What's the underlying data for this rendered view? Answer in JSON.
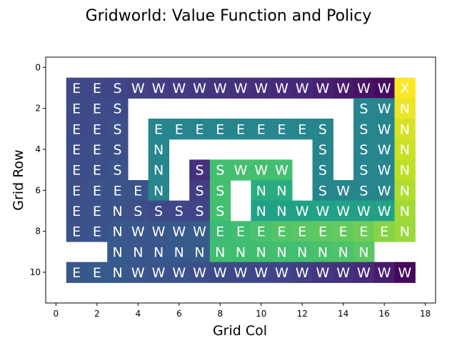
{
  "chart_data": {
    "type": "heatmap",
    "title": "Gridworld: Value Function and Policy",
    "xlabel": "Grid Col",
    "ylabel": "Grid Row",
    "xlim": [
      -0.5,
      18.5
    ],
    "ylim": [
      11.5,
      -0.5
    ],
    "xticks": [
      0,
      2,
      4,
      6,
      8,
      10,
      12,
      14,
      16,
      18
    ],
    "yticks": [
      0,
      2,
      4,
      6,
      8,
      10
    ],
    "colormap": "viridis",
    "value_range": [
      0,
      1
    ],
    "rows": [
      {
        "row": 1,
        "cells": [
          {
            "col": 1,
            "action": "E",
            "value": 0.22
          },
          {
            "col": 2,
            "action": "E",
            "value": 0.21
          },
          {
            "col": 3,
            "action": "S",
            "value": 0.2
          },
          {
            "col": 4,
            "action": "W",
            "value": 0.19
          },
          {
            "col": 5,
            "action": "W",
            "value": 0.18
          },
          {
            "col": 6,
            "action": "W",
            "value": 0.17
          },
          {
            "col": 7,
            "action": "W",
            "value": 0.16
          },
          {
            "col": 8,
            "action": "W",
            "value": 0.15
          },
          {
            "col": 9,
            "action": "W",
            "value": 0.14
          },
          {
            "col": 10,
            "action": "W",
            "value": 0.13
          },
          {
            "col": 11,
            "action": "W",
            "value": 0.12
          },
          {
            "col": 12,
            "action": "W",
            "value": 0.11
          },
          {
            "col": 13,
            "action": "W",
            "value": 0.09
          },
          {
            "col": 14,
            "action": "W",
            "value": 0.07
          },
          {
            "col": 15,
            "action": "W",
            "value": 0.05
          },
          {
            "col": 16,
            "action": "W",
            "value": 0.03
          },
          {
            "col": 17,
            "action": "X",
            "value": 1.0
          }
        ]
      },
      {
        "row": 2,
        "cells": [
          {
            "col": 1,
            "action": "E",
            "value": 0.23
          },
          {
            "col": 2,
            "action": "E",
            "value": 0.23
          },
          {
            "col": 3,
            "action": "S",
            "value": 0.23
          },
          {
            "col": 15,
            "action": "S",
            "value": 0.45
          },
          {
            "col": 16,
            "action": "W",
            "value": 0.45
          },
          {
            "col": 17,
            "action": "N",
            "value": 0.97
          }
        ]
      },
      {
        "row": 3,
        "cells": [
          {
            "col": 1,
            "action": "E",
            "value": 0.23
          },
          {
            "col": 2,
            "action": "E",
            "value": 0.23
          },
          {
            "col": 3,
            "action": "S",
            "value": 0.24
          },
          {
            "col": 5,
            "action": "E",
            "value": 0.45
          },
          {
            "col": 6,
            "action": "E",
            "value": 0.45
          },
          {
            "col": 7,
            "action": "E",
            "value": 0.45
          },
          {
            "col": 8,
            "action": "E",
            "value": 0.45
          },
          {
            "col": 9,
            "action": "E",
            "value": 0.45
          },
          {
            "col": 10,
            "action": "E",
            "value": 0.45
          },
          {
            "col": 11,
            "action": "E",
            "value": 0.45
          },
          {
            "col": 12,
            "action": "E",
            "value": 0.45
          },
          {
            "col": 13,
            "action": "S",
            "value": 0.45
          },
          {
            "col": 15,
            "action": "S",
            "value": 0.45
          },
          {
            "col": 16,
            "action": "W",
            "value": 0.45
          },
          {
            "col": 17,
            "action": "N",
            "value": 0.94
          }
        ]
      },
      {
        "row": 4,
        "cells": [
          {
            "col": 1,
            "action": "E",
            "value": 0.23
          },
          {
            "col": 2,
            "action": "E",
            "value": 0.24
          },
          {
            "col": 3,
            "action": "S",
            "value": 0.24
          },
          {
            "col": 5,
            "action": "N",
            "value": 0.45
          },
          {
            "col": 13,
            "action": "S",
            "value": 0.45
          },
          {
            "col": 15,
            "action": "S",
            "value": 0.45
          },
          {
            "col": 16,
            "action": "W",
            "value": 0.45
          },
          {
            "col": 17,
            "action": "N",
            "value": 0.92
          }
        ]
      },
      {
        "row": 5,
        "cells": [
          {
            "col": 1,
            "action": "E",
            "value": 0.24
          },
          {
            "col": 2,
            "action": "E",
            "value": 0.24
          },
          {
            "col": 3,
            "action": "S",
            "value": 0.25
          },
          {
            "col": 5,
            "action": "N",
            "value": 0.45
          },
          {
            "col": 7,
            "action": "S",
            "value": 0.14
          },
          {
            "col": 8,
            "action": "S",
            "value": 0.7
          },
          {
            "col": 9,
            "action": "W",
            "value": 0.7
          },
          {
            "col": 10,
            "action": "W",
            "value": 0.7
          },
          {
            "col": 11,
            "action": "W",
            "value": 0.7
          },
          {
            "col": 13,
            "action": "S",
            "value": 0.45
          },
          {
            "col": 15,
            "action": "S",
            "value": 0.45
          },
          {
            "col": 16,
            "action": "W",
            "value": 0.45
          },
          {
            "col": 17,
            "action": "N",
            "value": 0.9
          }
        ]
      },
      {
        "row": 6,
        "cells": [
          {
            "col": 1,
            "action": "E",
            "value": 0.24
          },
          {
            "col": 2,
            "action": "E",
            "value": 0.25
          },
          {
            "col": 3,
            "action": "E",
            "value": 0.25
          },
          {
            "col": 4,
            "action": "E",
            "value": 0.26
          },
          {
            "col": 5,
            "action": "N",
            "value": 0.45
          },
          {
            "col": 7,
            "action": "S",
            "value": 0.18
          },
          {
            "col": 8,
            "action": "S",
            "value": 0.7
          },
          {
            "col": 10,
            "action": "N",
            "value": 0.62
          },
          {
            "col": 11,
            "action": "N",
            "value": 0.62
          },
          {
            "col": 13,
            "action": "S",
            "value": 0.45
          },
          {
            "col": 14,
            "action": "W",
            "value": 0.45
          },
          {
            "col": 15,
            "action": "S",
            "value": 0.45
          },
          {
            "col": 16,
            "action": "W",
            "value": 0.45
          },
          {
            "col": 17,
            "action": "N",
            "value": 0.88
          }
        ]
      },
      {
        "row": 7,
        "cells": [
          {
            "col": 1,
            "action": "E",
            "value": 0.24
          },
          {
            "col": 2,
            "action": "E",
            "value": 0.25
          },
          {
            "col": 3,
            "action": "N",
            "value": 0.25
          },
          {
            "col": 4,
            "action": "S",
            "value": 0.24
          },
          {
            "col": 5,
            "action": "S",
            "value": 0.22
          },
          {
            "col": 6,
            "action": "S",
            "value": 0.21
          },
          {
            "col": 7,
            "action": "S",
            "value": 0.2
          },
          {
            "col": 8,
            "action": "S",
            "value": 0.7
          },
          {
            "col": 10,
            "action": "N",
            "value": 0.57
          },
          {
            "col": 11,
            "action": "N",
            "value": 0.57
          },
          {
            "col": 12,
            "action": "W",
            "value": 0.57
          },
          {
            "col": 13,
            "action": "W",
            "value": 0.57
          },
          {
            "col": 14,
            "action": "W",
            "value": 0.57
          },
          {
            "col": 15,
            "action": "W",
            "value": 0.57
          },
          {
            "col": 16,
            "action": "W",
            "value": 0.57
          },
          {
            "col": 17,
            "action": "N",
            "value": 0.86
          }
        ]
      },
      {
        "row": 8,
        "cells": [
          {
            "col": 1,
            "action": "E",
            "value": 0.25
          },
          {
            "col": 2,
            "action": "E",
            "value": 0.26
          },
          {
            "col": 3,
            "action": "N",
            "value": 0.27
          },
          {
            "col": 4,
            "action": "W",
            "value": 0.27
          },
          {
            "col": 5,
            "action": "W",
            "value": 0.27
          },
          {
            "col": 6,
            "action": "W",
            "value": 0.28
          },
          {
            "col": 7,
            "action": "W",
            "value": 0.29
          },
          {
            "col": 8,
            "action": "E",
            "value": 0.68
          },
          {
            "col": 9,
            "action": "E",
            "value": 0.69
          },
          {
            "col": 10,
            "action": "E",
            "value": 0.71
          },
          {
            "col": 11,
            "action": "E",
            "value": 0.73
          },
          {
            "col": 12,
            "action": "E",
            "value": 0.74
          },
          {
            "col": 13,
            "action": "E",
            "value": 0.75
          },
          {
            "col": 14,
            "action": "E",
            "value": 0.76
          },
          {
            "col": 15,
            "action": "E",
            "value": 0.78
          },
          {
            "col": 16,
            "action": "E",
            "value": 0.82
          },
          {
            "col": 17,
            "action": "N",
            "value": 0.85
          }
        ]
      },
      {
        "row": 9,
        "cells": [
          {
            "col": 3,
            "action": "N",
            "value": 0.28
          },
          {
            "col": 4,
            "action": "N",
            "value": 0.27
          },
          {
            "col": 5,
            "action": "N",
            "value": 0.27
          },
          {
            "col": 6,
            "action": "N",
            "value": 0.28
          },
          {
            "col": 7,
            "action": "N",
            "value": 0.29
          },
          {
            "col": 8,
            "action": "N",
            "value": 0.69
          },
          {
            "col": 9,
            "action": "N",
            "value": 0.69
          },
          {
            "col": 10,
            "action": "N",
            "value": 0.69
          },
          {
            "col": 11,
            "action": "N",
            "value": 0.7
          },
          {
            "col": 12,
            "action": "N",
            "value": 0.7
          },
          {
            "col": 13,
            "action": "N",
            "value": 0.71
          },
          {
            "col": 14,
            "action": "N",
            "value": 0.72
          },
          {
            "col": 15,
            "action": "N",
            "value": 0.74
          }
        ]
      },
      {
        "row": 10,
        "cells": [
          {
            "col": 1,
            "action": "E",
            "value": 0.27
          },
          {
            "col": 2,
            "action": "E",
            "value": 0.28
          },
          {
            "col": 3,
            "action": "N",
            "value": 0.28
          },
          {
            "col": 4,
            "action": "W",
            "value": 0.27
          },
          {
            "col": 5,
            "action": "W",
            "value": 0.26
          },
          {
            "col": 6,
            "action": "W",
            "value": 0.25
          },
          {
            "col": 7,
            "action": "W",
            "value": 0.24
          },
          {
            "col": 8,
            "action": "W",
            "value": 0.23
          },
          {
            "col": 9,
            "action": "W",
            "value": 0.22
          },
          {
            "col": 10,
            "action": "W",
            "value": 0.21
          },
          {
            "col": 11,
            "action": "W",
            "value": 0.2
          },
          {
            "col": 12,
            "action": "W",
            "value": 0.18
          },
          {
            "col": 13,
            "action": "W",
            "value": 0.16
          },
          {
            "col": 14,
            "action": "W",
            "value": 0.14
          },
          {
            "col": 15,
            "action": "W",
            "value": 0.12
          },
          {
            "col": 16,
            "action": "W",
            "value": 0.08
          },
          {
            "col": 17,
            "action": "W",
            "value": 0.02
          }
        ]
      }
    ]
  }
}
